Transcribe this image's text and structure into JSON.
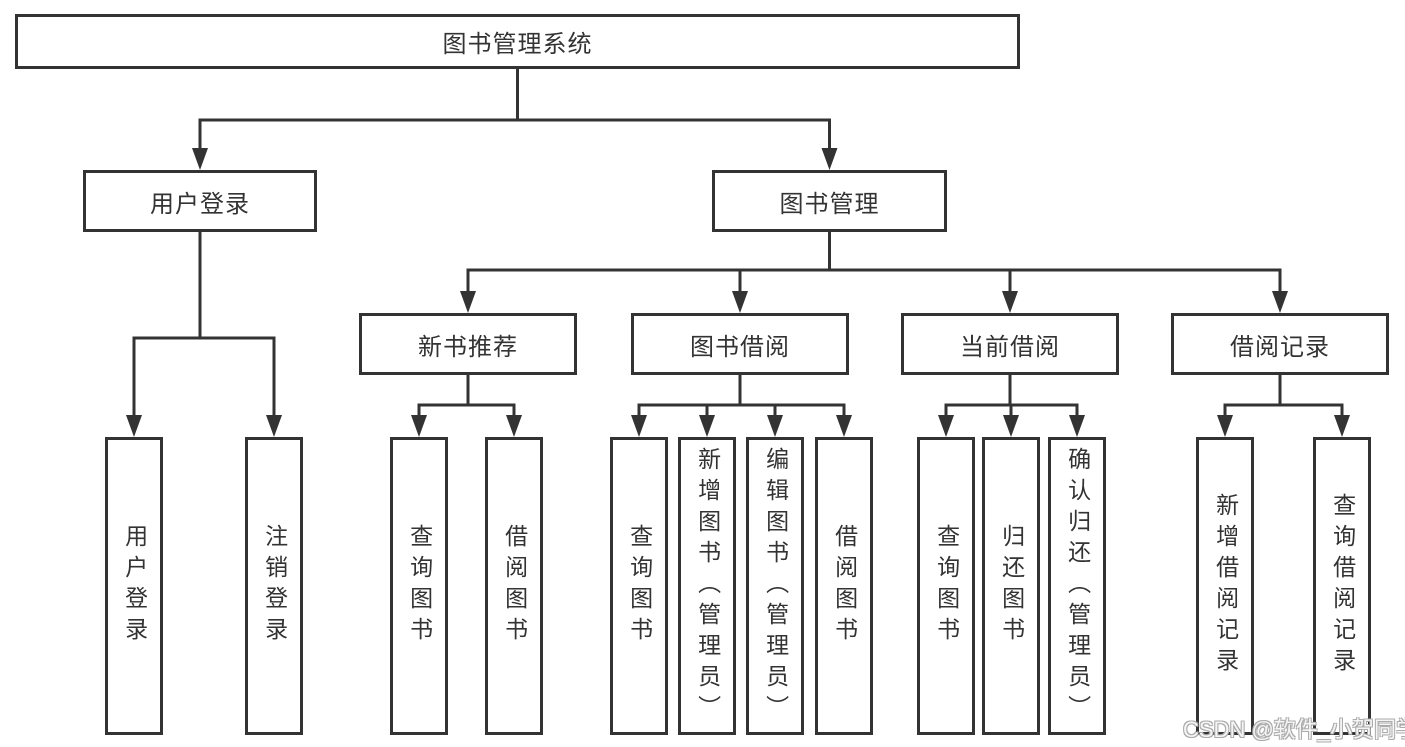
{
  "diagram": {
    "title": "图书管理系统",
    "nodes": [
      {
        "id": "root",
        "label": "图书管理系统",
        "orientation": "horizontal"
      },
      {
        "id": "user-login",
        "label": "用户登录",
        "orientation": "horizontal"
      },
      {
        "id": "book-management",
        "label": "图书管理",
        "orientation": "horizontal"
      },
      {
        "id": "new-book-recommend",
        "label": "新书推荐",
        "orientation": "horizontal"
      },
      {
        "id": "book-borrowing",
        "label": "图书借阅",
        "orientation": "horizontal"
      },
      {
        "id": "current-borrowing",
        "label": "当前借阅",
        "orientation": "horizontal"
      },
      {
        "id": "borrowing-records",
        "label": "借阅记录",
        "orientation": "horizontal"
      },
      {
        "id": "user-login-leaf",
        "label": "用户登录",
        "orientation": "vertical"
      },
      {
        "id": "logout",
        "label": "注销登录",
        "orientation": "vertical"
      },
      {
        "id": "query-books-recommend",
        "label": "查询图书",
        "orientation": "vertical"
      },
      {
        "id": "borrow-books-recommend",
        "label": "借阅图书",
        "orientation": "vertical"
      },
      {
        "id": "query-books-borrowing",
        "label": "查询图书",
        "orientation": "vertical"
      },
      {
        "id": "add-books-admin",
        "label": "新增图书（管理员）",
        "orientation": "vertical"
      },
      {
        "id": "edit-books-admin",
        "label": "编辑图书（管理员）",
        "orientation": "vertical"
      },
      {
        "id": "borrow-books-borrowing",
        "label": "借阅图书",
        "orientation": "vertical"
      },
      {
        "id": "query-books-current",
        "label": "查询图书",
        "orientation": "vertical"
      },
      {
        "id": "return-books",
        "label": "归还图书",
        "orientation": "vertical"
      },
      {
        "id": "confirm-return-admin",
        "label": "确认归还（管理员）",
        "orientation": "vertical"
      },
      {
        "id": "add-borrow-record",
        "label": "新增借阅记录",
        "orientation": "vertical"
      },
      {
        "id": "query-borrow-record",
        "label": "查询借阅记录",
        "orientation": "vertical"
      }
    ],
    "edges": [
      {
        "from": "root",
        "to": [
          "user-login",
          "book-management"
        ]
      },
      {
        "from": "user-login",
        "to": [
          "user-login-leaf",
          "logout"
        ]
      },
      {
        "from": "book-management",
        "to": [
          "new-book-recommend",
          "book-borrowing",
          "current-borrowing",
          "borrowing-records"
        ]
      },
      {
        "from": "new-book-recommend",
        "to": [
          "query-books-recommend",
          "borrow-books-recommend"
        ]
      },
      {
        "from": "book-borrowing",
        "to": [
          "query-books-borrowing",
          "add-books-admin",
          "edit-books-admin",
          "borrow-books-borrowing"
        ]
      },
      {
        "from": "current-borrowing",
        "to": [
          "query-books-current",
          "return-books",
          "confirm-return-admin"
        ]
      },
      {
        "from": "borrowing-records",
        "to": [
          "add-borrow-record",
          "query-borrow-record"
        ]
      }
    ]
  },
  "watermark": {
    "text": "CSDN @软件_小贺同学"
  },
  "colors": {
    "line": "#333333",
    "text": "#333333",
    "box_background": "#ffffff",
    "watermark_outline": "#ababab"
  }
}
